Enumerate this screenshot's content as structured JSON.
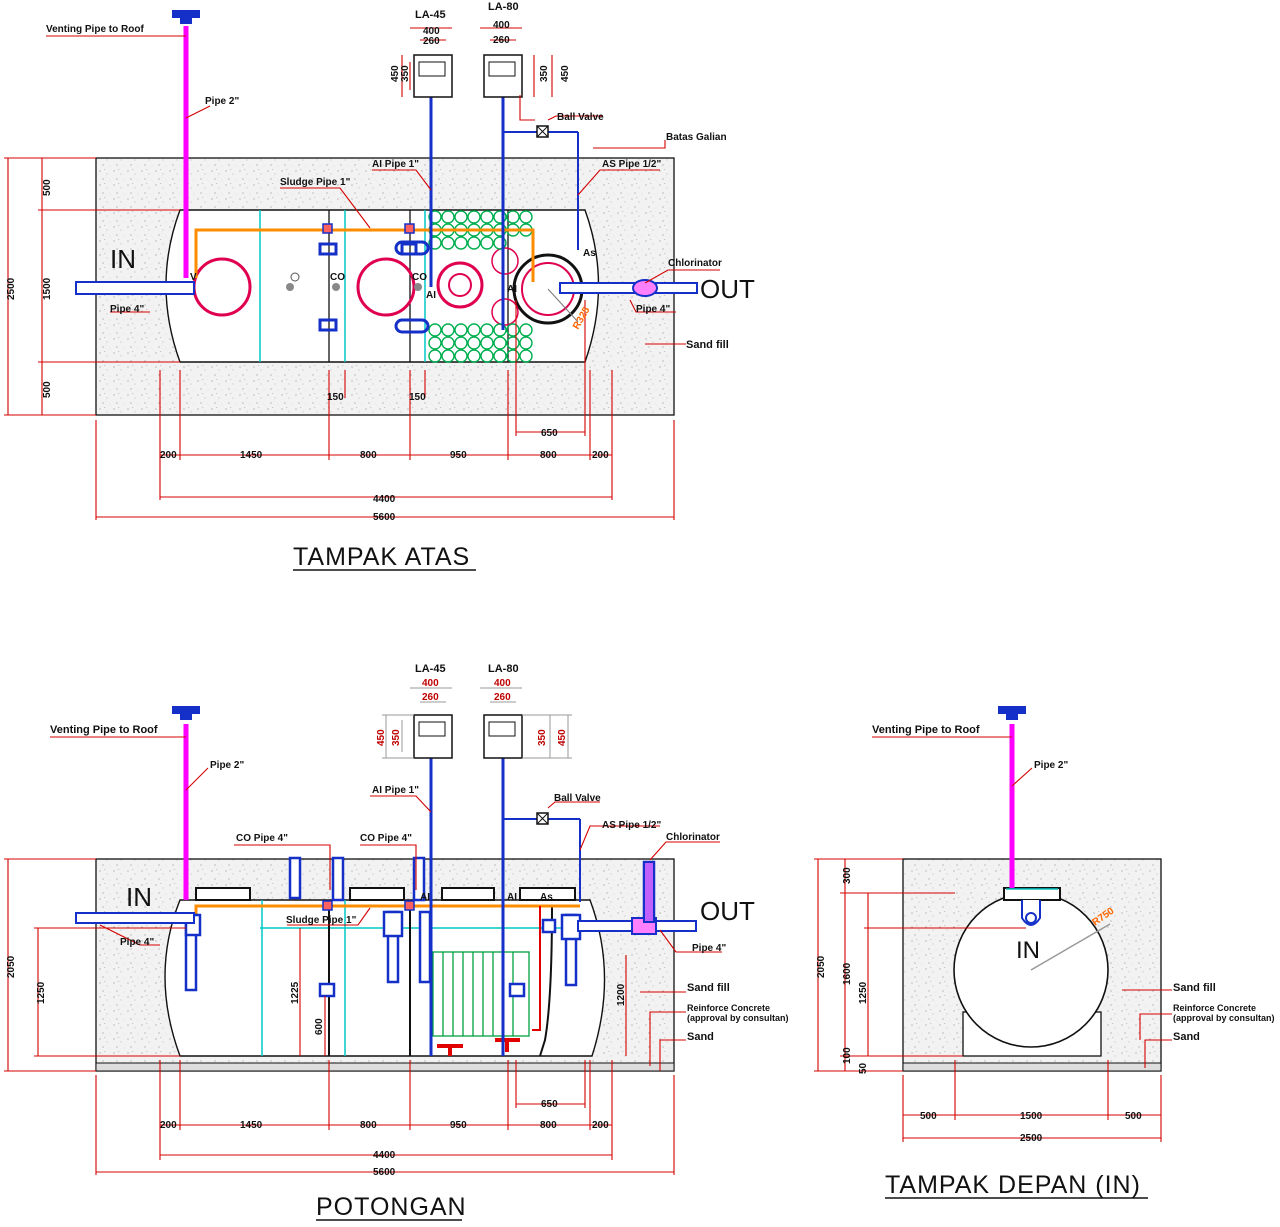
{
  "views": {
    "top": {
      "title": "TAMPAK ATAS"
    },
    "section": {
      "title": "POTONGAN"
    },
    "front": {
      "title": "TAMPAK DEPAN (IN)"
    }
  },
  "labels": {
    "venting": "Venting Pipe to Roof",
    "pipe2": "Pipe 2\"",
    "pipe4": "Pipe 4\"",
    "sludge": "Sludge Pipe 1\"",
    "ai_pipe": "AI Pipe 1\"",
    "as_pipe": "AS Pipe 1/2\"",
    "ball_valve": "Ball Valve",
    "batas_galian": "Batas Galian",
    "chlorinator": "Chlorinator",
    "sand_fill": "Sand fill",
    "co_pipe": "CO Pipe 4\"",
    "reinforce": "Reinforce Concrete",
    "approval": "(approval by consultan)",
    "sand": "Sand",
    "in": "IN",
    "out": "OUT",
    "co": "CO",
    "ai": "AI",
    "as": "As",
    "v": "V",
    "la45": "LA-45",
    "la80": "LA-80",
    "r325": "R325",
    "r750": "R750"
  },
  "dims": {
    "d400": "400",
    "d260": "260",
    "d450": "450",
    "d350": "350",
    "d2500": "2500",
    "d500": "500",
    "d1500": "1500",
    "d200": "200",
    "d1450": "1450",
    "d800": "800",
    "d950": "950",
    "d4400": "4400",
    "d5600": "5600",
    "d650": "650",
    "d150": "150",
    "d2050": "2050",
    "d1250": "1250",
    "d1225": "1225",
    "d600": "600",
    "d1200": "1200",
    "d300": "300",
    "d1600": "1600",
    "d100": "100",
    "d50": "50"
  }
}
